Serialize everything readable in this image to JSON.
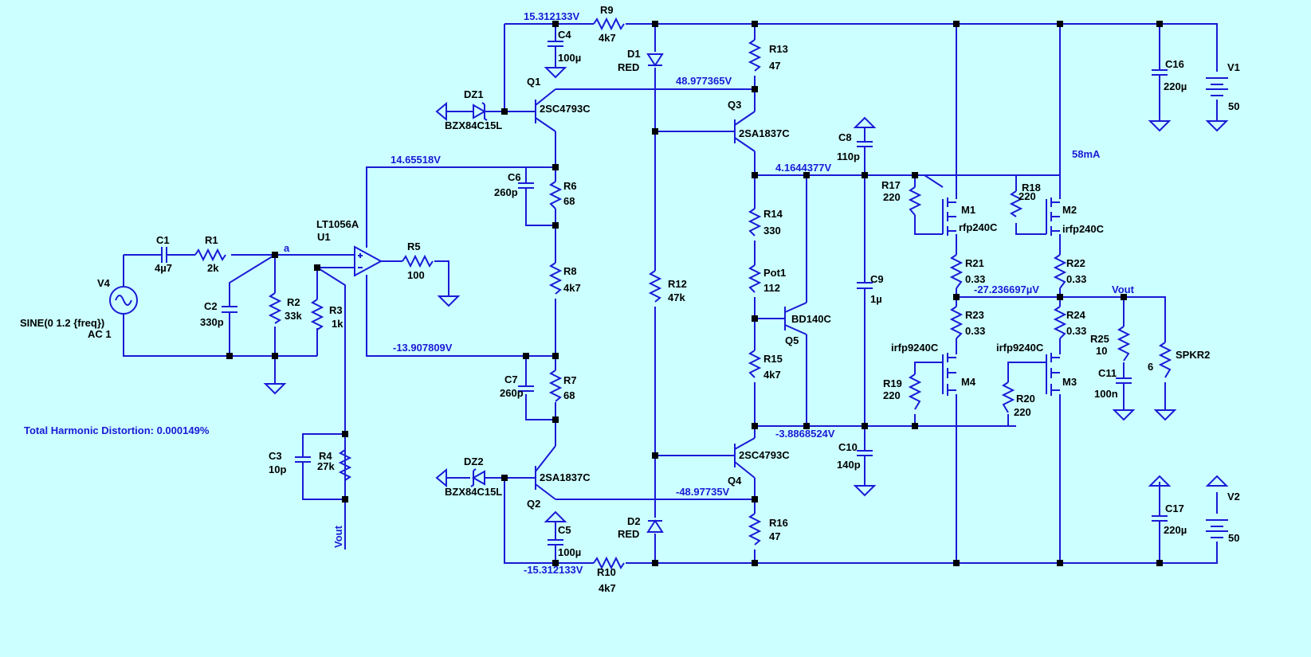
{
  "voltages": {
    "pos_rail": "15.312133V",
    "q3_base": "48.977365V",
    "opamp_pos": "14.65518V",
    "opamp_neg": "-13.907809V",
    "drv_out": "4.1644377V",
    "drv_neg": "-3.8868524V",
    "q4_base": "-48.97735V",
    "neg_rail": "-15.312133V",
    "vout": "-27.236697µV",
    "bias_current": "58mA"
  },
  "thd": "Total Harmonic Distortion: 0.000149%",
  "nets": {
    "a": "a",
    "vout": "Vout"
  },
  "components": {
    "V4": {
      "name": "V4",
      "value": "SINE(0 1.2 {freq})",
      "value2": "AC 1"
    },
    "C1": {
      "name": "C1",
      "value": "4µ7"
    },
    "R1": {
      "name": "R1",
      "value": "2k"
    },
    "C2": {
      "name": "C2",
      "value": "330p"
    },
    "R2": {
      "name": "R2",
      "value": "33k"
    },
    "R3": {
      "name": "R3",
      "value": "1k"
    },
    "U1": {
      "name": "U1",
      "value": "LT1056A"
    },
    "R5": {
      "name": "R5",
      "value": "100"
    },
    "C3": {
      "name": "C3",
      "value": "10p"
    },
    "R4": {
      "name": "R4",
      "value": "27k"
    },
    "DZ1": {
      "name": "DZ1",
      "value": "BZX84C15L"
    },
    "DZ2": {
      "name": "DZ2",
      "value": "BZX84C15L"
    },
    "Q1": {
      "name": "Q1",
      "value": "2SC4793C"
    },
    "Q2": {
      "name": "Q2",
      "value": "2SA1837C"
    },
    "Q3": {
      "name": "Q3",
      "value": "2SA1837C"
    },
    "Q4": {
      "name": "Q4",
      "value": "2SC4793C"
    },
    "Q5": {
      "name": "Q5",
      "value": "BD140C"
    },
    "C4": {
      "name": "C4",
      "value": "100µ"
    },
    "C5": {
      "name": "C5",
      "value": "100µ"
    },
    "R9": {
      "name": "R9",
      "value": "4k7"
    },
    "R10": {
      "name": "R10",
      "value": "4k7"
    },
    "C6": {
      "name": "C6",
      "value": "260p"
    },
    "C7": {
      "name": "C7",
      "value": "260p"
    },
    "R6": {
      "name": "R6",
      "value": "68"
    },
    "R7": {
      "name": "R7",
      "value": "68"
    },
    "R8": {
      "name": "R8",
      "value": "4k7"
    },
    "D1": {
      "name": "D1",
      "value": "RED"
    },
    "D2": {
      "name": "D2",
      "value": "RED"
    },
    "R12": {
      "name": "R12",
      "value": "47k"
    },
    "R13": {
      "name": "R13",
      "value": "47"
    },
    "R16": {
      "name": "R16",
      "value": "47"
    },
    "R14": {
      "name": "R14",
      "value": "330"
    },
    "Pot1": {
      "name": "Pot1",
      "value": "112"
    },
    "R15": {
      "name": "R15",
      "value": "4k7"
    },
    "C8": {
      "name": "C8",
      "value": "110p"
    },
    "C9": {
      "name": "C9",
      "value": "1µ"
    },
    "C10": {
      "name": "C10",
      "value": "140p"
    },
    "R17": {
      "name": "R17",
      "value": "220"
    },
    "R18": {
      "name": "R18",
      "value": "220"
    },
    "R19": {
      "name": "R19",
      "value": "220"
    },
    "R20": {
      "name": "R20",
      "value": "220"
    },
    "M1": {
      "name": "M1",
      "value": "rfp240C"
    },
    "M2": {
      "name": "M2",
      "value": "irfp240C"
    },
    "M3": {
      "name": "M3",
      "value": "irfp9240C"
    },
    "M4": {
      "name": "M4",
      "value": "irfp9240C"
    },
    "R21": {
      "name": "R21",
      "value": "0.33"
    },
    "R22": {
      "name": "R22",
      "value": "0.33"
    },
    "R23": {
      "name": "R23",
      "value": "0.33"
    },
    "R24": {
      "name": "R24",
      "value": "0.33"
    },
    "R25": {
      "name": "R25",
      "value": "10"
    },
    "C11": {
      "name": "C11",
      "value": "100n"
    },
    "SPKR2": {
      "name": "SPKR2",
      "value": "6"
    },
    "C16": {
      "name": "C16",
      "value": "220µ"
    },
    "C17": {
      "name": "C17",
      "value": "220µ"
    },
    "V1": {
      "name": "V1",
      "value": "50"
    },
    "V2": {
      "name": "V2",
      "value": "50"
    }
  }
}
